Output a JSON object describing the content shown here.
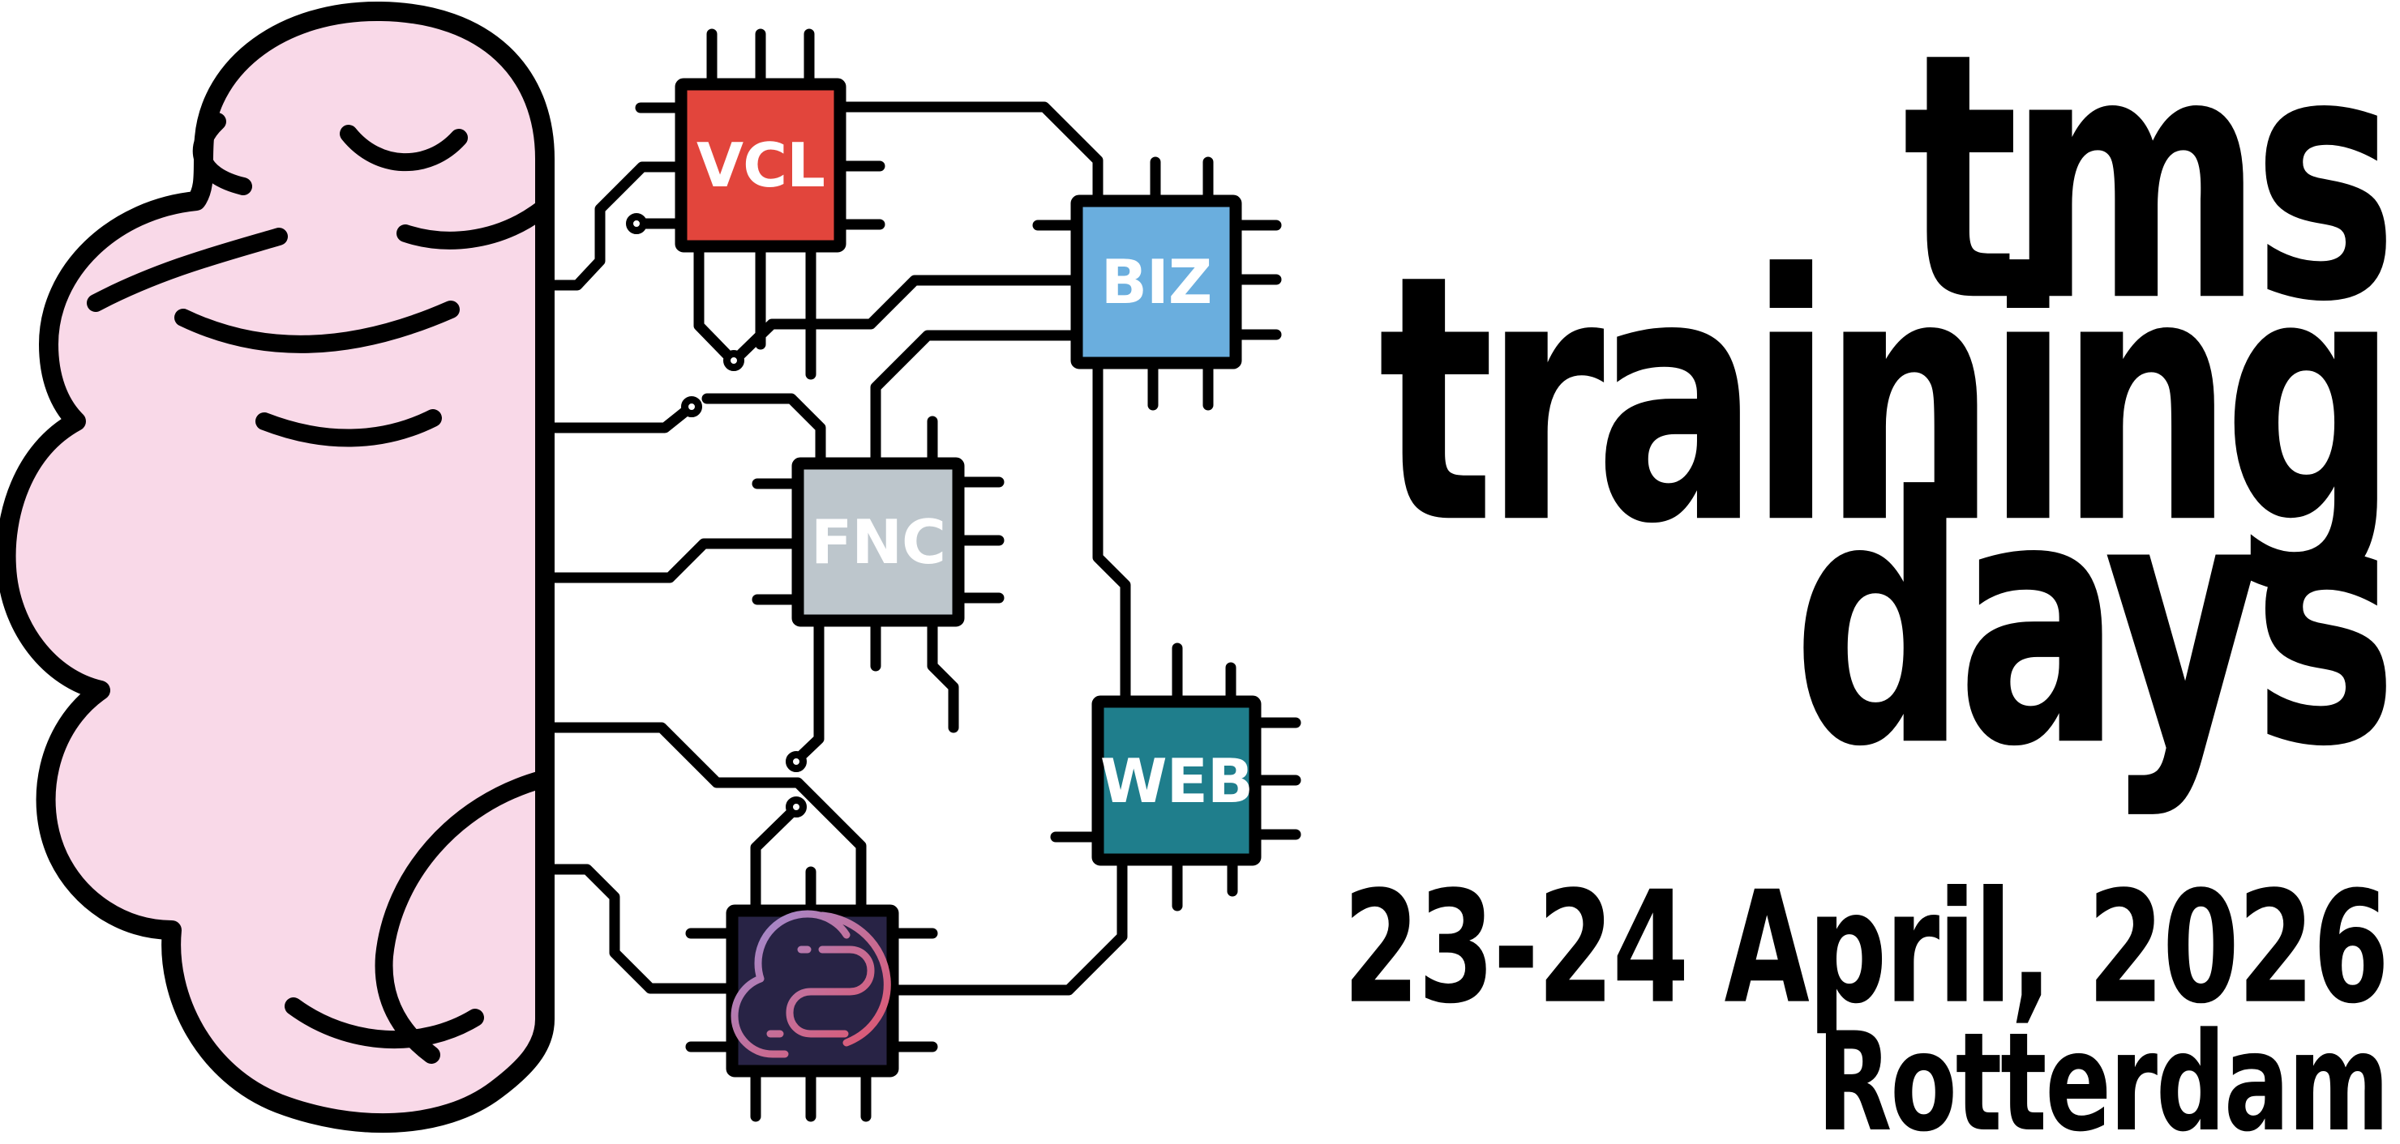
{
  "event": {
    "title_line1": "tms",
    "title_line2": "training",
    "title_line3": "days",
    "date": "23-24 April, 2026",
    "location": "Rotterdam"
  },
  "chips": [
    {
      "id": "vcl",
      "label": "VCL",
      "color": "#e2453c"
    },
    {
      "id": "biz",
      "label": "BIZ",
      "color": "#6aaede"
    },
    {
      "id": "fnc",
      "label": "FNC",
      "color": "#bdc6cc"
    },
    {
      "id": "web",
      "label": "WEB",
      "color": "#1f7e8c"
    },
    {
      "id": "cloud",
      "label": "",
      "color": "#282345",
      "icon": "cloud-s-logo"
    }
  ],
  "brain": {
    "fill": "#f9d9e8",
    "outline": "#000000"
  },
  "colors": {
    "text": "#000000",
    "trace": "#000000",
    "cloud_gradient_start": "#a08cd2",
    "cloud_gradient_mid": "#c56e97",
    "cloud_gradient_end": "#e0556e"
  }
}
